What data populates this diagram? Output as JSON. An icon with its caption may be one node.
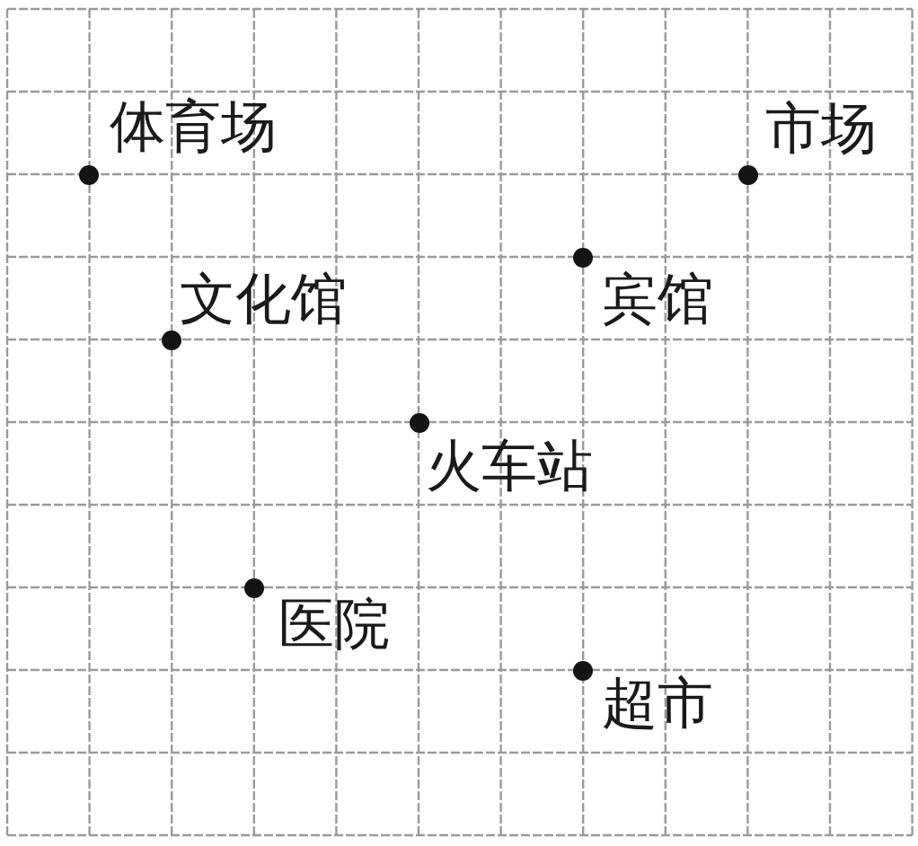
{
  "diagram": {
    "labels": [
      "体育场",
      "市场",
      "文化馆",
      "宾馆",
      "火车站",
      "医院",
      "超市"
    ]
  }
}
